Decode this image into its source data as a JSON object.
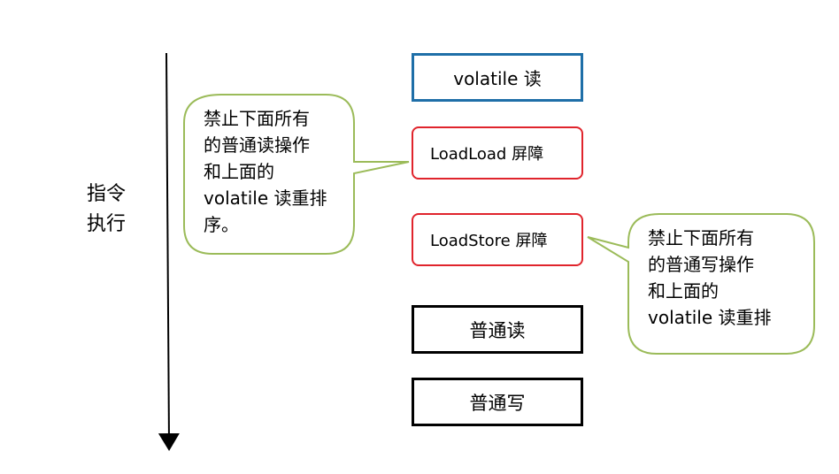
{
  "axis": {
    "label_lines": [
      "指令",
      "执行"
    ]
  },
  "boxes": {
    "volatile_read": "volatile 读",
    "loadload_barrier": "LoadLoad 屏障",
    "loadstore_barrier": "LoadStore 屏障",
    "normal_read": "普通读",
    "normal_write": "普通写"
  },
  "callouts": {
    "left": {
      "lines": [
        "禁止下面所有",
        "的普通读操作",
        "和上面的",
        "volatile 读重排",
        "序。"
      ]
    },
    "right": {
      "lines": [
        "禁止下面所有",
        "的普通写操作",
        "和上面的",
        "volatile 读重排"
      ]
    }
  },
  "colors": {
    "blue_border": "#1f6fa8",
    "red_border": "#e0242c",
    "black_border": "#000000",
    "callout_border": "#9bbb59"
  }
}
